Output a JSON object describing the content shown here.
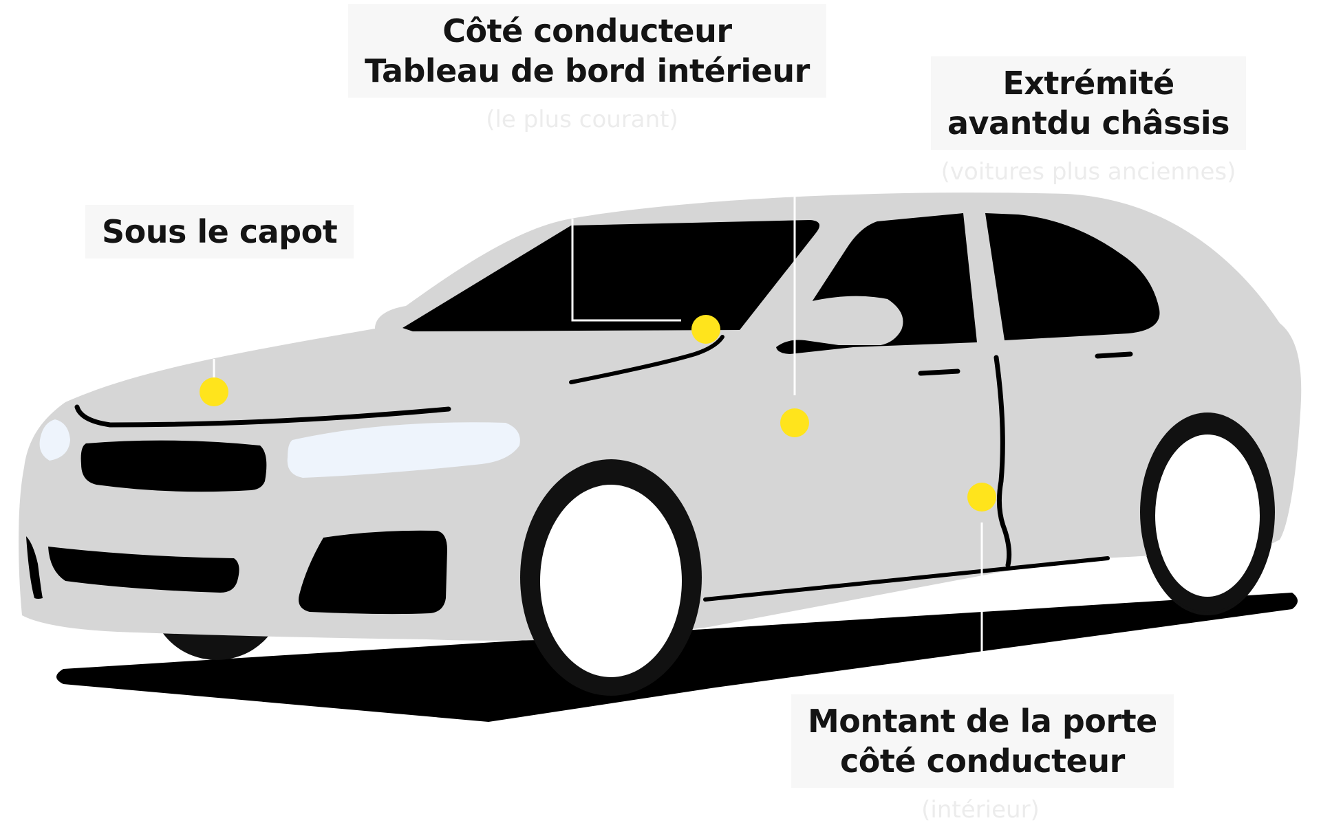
{
  "callouts": {
    "dashboard": {
      "line1": "Côté conducteur",
      "line2": "Tableau de bord intérieur",
      "note": "(le plus courant)"
    },
    "frame": {
      "line1": "Extrémité",
      "line2": "avantdu châssis",
      "note": "(voitures plus anciennes)"
    },
    "hood": {
      "line1": "Sous le capot"
    },
    "pillar": {
      "line1": "Montant de la porte",
      "line2": "côté conducteur",
      "note": "(intérieur)"
    }
  },
  "colors": {
    "marker": "#ffe41c",
    "body": "#d6d6d6",
    "glass": "#000000",
    "headlight": "#eef4fc",
    "label_bg": "#f7f7f7",
    "label_text": "#141414",
    "note_text": "#ececec",
    "leader_line": "#ffffff"
  }
}
